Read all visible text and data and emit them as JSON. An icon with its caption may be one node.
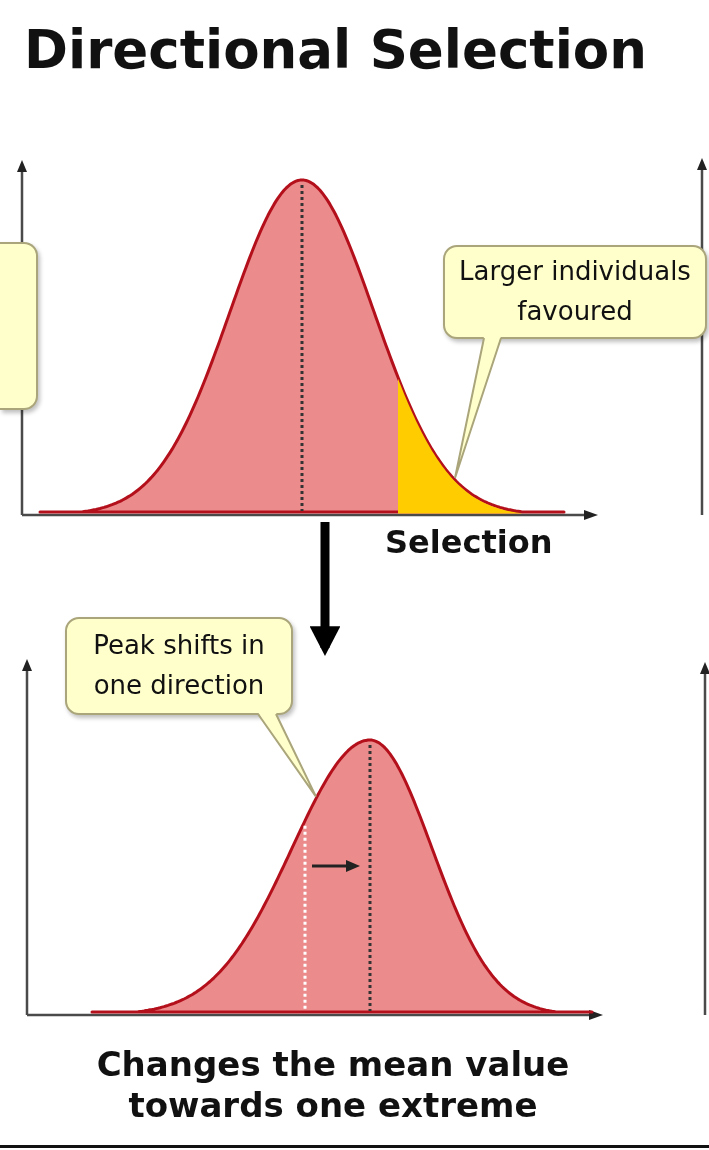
{
  "diagram": {
    "title": "Directional Selection",
    "caption": "Changes the mean value towards one extreme",
    "nodes": [
      {
        "text": [],
        "shape": "picture"
      },
      {
        "text": [],
        "shape": "area",
        "in": 0
      },
      {
        "text": [],
        "shape": "box"
      },
      {
        "text": [
          "Larger individuals favoured"
        ]
      },
      {
        "text": [
          "Peak shifts in one direction"
        ]
      },
      {
        "text": [],
        "shape": "picture"
      },
      {
        "text": [],
        "shape": "area",
        "in": 5
      }
    ],
    "edges": [
      {
        "from": 3,
        "to": 1,
        "arrow": "none"
      },
      {
        "from": 0,
        "to": 5,
        "arrow": "to",
        "label": "Selection",
        "style": "thick",
        "color": "#000000"
      },
      {
        "from": 4,
        "to": 6,
        "arrow": "none"
      }
    ]
  }
}
